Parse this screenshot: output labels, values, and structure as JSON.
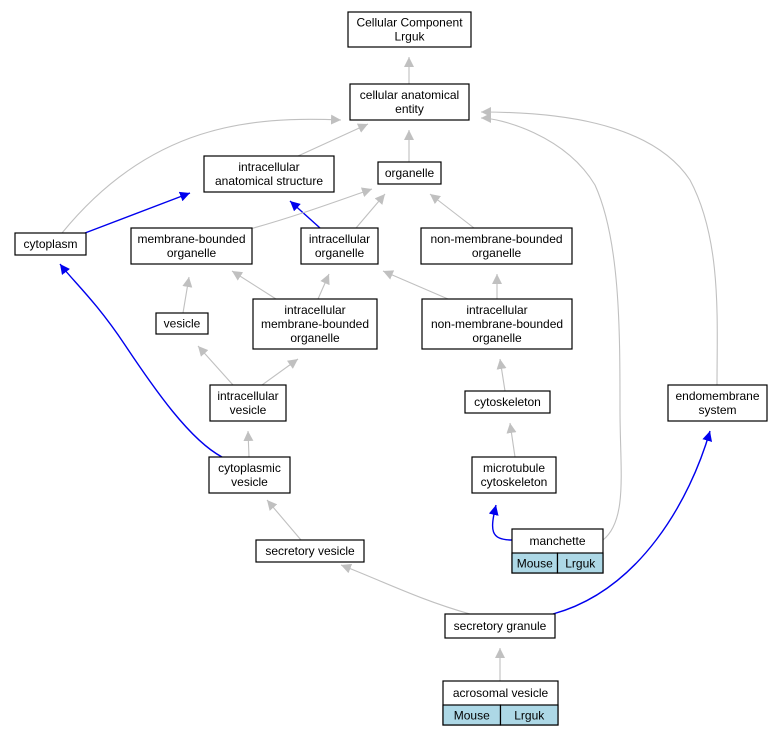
{
  "diagram": {
    "nodes": {
      "root": [
        "Cellular Component",
        "Lrguk"
      ],
      "cae": [
        "cellular anatomical",
        "entity"
      ],
      "ias": [
        "intracellular",
        "anatomical structure"
      ],
      "organelle": [
        "organelle"
      ],
      "cytoplasm": [
        "cytoplasm"
      ],
      "mbo": [
        "membrane-bounded",
        "organelle"
      ],
      "io": [
        "intracellular",
        "organelle"
      ],
      "nmbo": [
        "non-membrane-bounded",
        "organelle"
      ],
      "vesicle": [
        "vesicle"
      ],
      "imbo": [
        "intracellular",
        "membrane-bounded",
        "organelle"
      ],
      "inmbo": [
        "intracellular",
        "non-membrane-bounded",
        "organelle"
      ],
      "iv": [
        "intracellular",
        "vesicle"
      ],
      "cytoskeleton": [
        "cytoskeleton"
      ],
      "endo": [
        "endomembrane",
        "system"
      ],
      "cv": [
        "cytoplasmic",
        "vesicle"
      ],
      "mtc": [
        "microtubule",
        "cytoskeleton"
      ],
      "manchette": [
        "manchette"
      ],
      "sv": [
        "secretory vesicle"
      ],
      "sg": [
        "secretory granule"
      ],
      "acro": [
        "acrosomal vesicle"
      ]
    },
    "annotations": {
      "manchette": [
        "Mouse",
        "Lrguk"
      ],
      "acro": [
        "Mouse",
        "Lrguk"
      ]
    },
    "edges": [
      {
        "from": "cae",
        "to": "root",
        "kind": "is_a"
      },
      {
        "from": "ias",
        "to": "cae",
        "kind": "is_a"
      },
      {
        "from": "organelle",
        "to": "cae",
        "kind": "is_a"
      },
      {
        "from": "cytoplasm",
        "to": "cae",
        "kind": "is_a"
      },
      {
        "from": "manchette",
        "to": "cae",
        "kind": "is_a"
      },
      {
        "from": "endo",
        "to": "cae",
        "kind": "is_a"
      },
      {
        "from": "cytoplasm",
        "to": "ias",
        "kind": "part_of"
      },
      {
        "from": "io",
        "to": "ias",
        "kind": "part_of"
      },
      {
        "from": "mbo",
        "to": "organelle",
        "kind": "is_a"
      },
      {
        "from": "io",
        "to": "organelle",
        "kind": "is_a"
      },
      {
        "from": "nmbo",
        "to": "organelle",
        "kind": "is_a"
      },
      {
        "from": "vesicle",
        "to": "mbo",
        "kind": "is_a"
      },
      {
        "from": "imbo",
        "to": "mbo",
        "kind": "is_a"
      },
      {
        "from": "imbo",
        "to": "io",
        "kind": "is_a"
      },
      {
        "from": "inmbo",
        "to": "io",
        "kind": "is_a"
      },
      {
        "from": "inmbo",
        "to": "nmbo",
        "kind": "is_a"
      },
      {
        "from": "iv",
        "to": "vesicle",
        "kind": "is_a"
      },
      {
        "from": "iv",
        "to": "imbo",
        "kind": "is_a"
      },
      {
        "from": "cytoskeleton",
        "to": "inmbo",
        "kind": "is_a"
      },
      {
        "from": "cv",
        "to": "iv",
        "kind": "is_a"
      },
      {
        "from": "cv",
        "to": "cytoplasm",
        "kind": "part_of"
      },
      {
        "from": "mtc",
        "to": "cytoskeleton",
        "kind": "is_a"
      },
      {
        "from": "manchette",
        "to": "mtc",
        "kind": "part_of"
      },
      {
        "from": "sv",
        "to": "cv",
        "kind": "is_a"
      },
      {
        "from": "sg",
        "to": "sv",
        "kind": "is_a"
      },
      {
        "from": "sg",
        "to": "endo",
        "kind": "part_of"
      },
      {
        "from": "acro",
        "to": "sg",
        "kind": "is_a"
      }
    ],
    "colors": {
      "is_a": "#c0c0c0",
      "part_of": "#0000ee",
      "annotation_fill": "#add8e6"
    }
  }
}
